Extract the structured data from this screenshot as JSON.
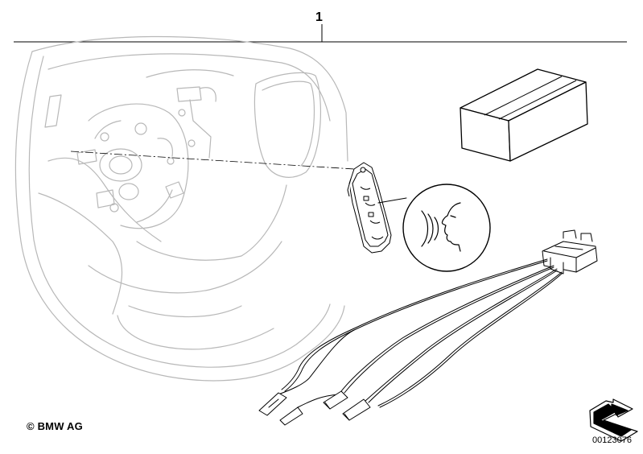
{
  "header": {
    "part_number": "1"
  },
  "footer": {
    "copyright": "© BMW AG",
    "diagram_id": "00123076"
  },
  "icons": {
    "steering_wheel": "steering-wheel-icon",
    "control_module": "multifunction-switch-icon",
    "voice_callout": "voice-control-icon",
    "package": "package-box-icon",
    "wiring": "wiring-harness-icon",
    "navigation": "arrow-navigation-icon"
  },
  "colors": {
    "line": "#000000",
    "wheel_line": "#b8b8b8",
    "background": "#ffffff"
  }
}
